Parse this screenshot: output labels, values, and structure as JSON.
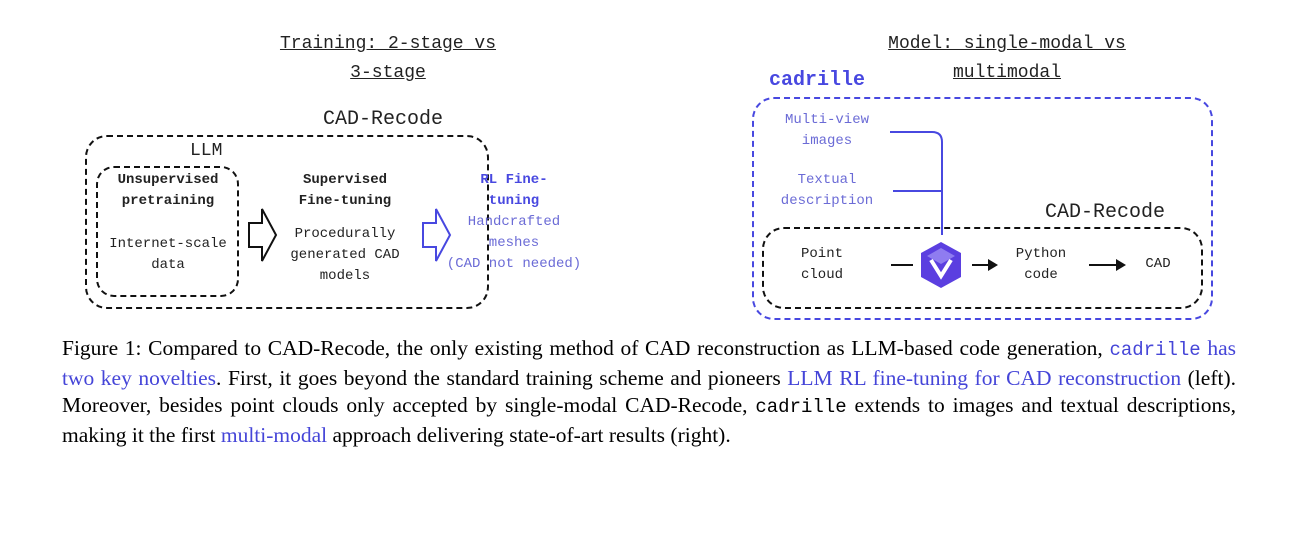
{
  "left": {
    "title_lines": [
      "Training: 2-stage vs",
      "3-stage"
    ],
    "cad_recode_label": "CAD-Recode",
    "llm_label": "LLM",
    "stage1": {
      "title": [
        "Unsupervised",
        "pretraining"
      ],
      "data": [
        "Internet-scale",
        "data"
      ]
    },
    "stage2": {
      "title": [
        "Supervised",
        "Fine-tuning"
      ],
      "data": [
        "Procedurally",
        "generated CAD",
        "models"
      ]
    },
    "stage3": {
      "title": [
        "RL Fine-",
        "tuning"
      ],
      "data": [
        "Handcrafted",
        "meshes",
        "(CAD not needed)"
      ]
    }
  },
  "right": {
    "title_lines": [
      "Model: single-modal vs",
      "multimodal"
    ],
    "cadrille_label": "cadrille",
    "inputs": [
      [
        "Multi-view",
        "images"
      ],
      [
        "Textual",
        "description"
      ]
    ],
    "cad_recode_label": "CAD-Recode",
    "point_cloud": [
      "Point",
      "cloud"
    ],
    "python_code": [
      "Python",
      "code"
    ],
    "output": "CAD",
    "model_icon": "qwen-logo-icon"
  },
  "caption": {
    "p1": "Figure 1: Compared to CAD-Recode, the only existing method of CAD reconstruction as LLM-based code generation, ",
    "p2_mono": "cadrille",
    "p3_blue": " has two key novelties",
    "p4": ". First, it goes beyond the standard training scheme and pioneers ",
    "p5_blue": "LLM RL fine-tuning for CAD reconstruction",
    "p6": " (left). Moreover, besides point clouds only accepted by single-modal CAD-Recode, ",
    "p7_mono": "cadrille",
    "p8": " extends to images and textual descriptions, making it the first ",
    "p9_blue": "multi-modal",
    "p10": " approach delivering state-of-art results (right)."
  },
  "colors": {
    "blue": "#4848e0",
    "light_blue": "#6b6bd6"
  }
}
